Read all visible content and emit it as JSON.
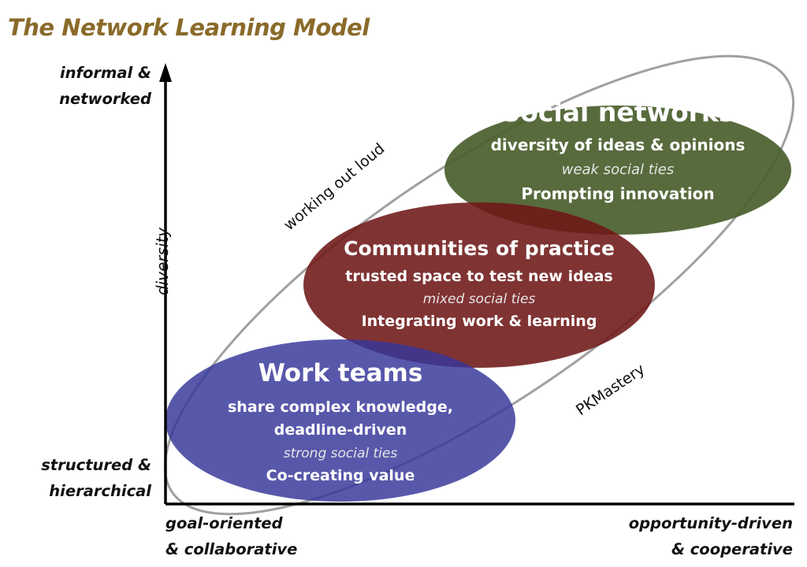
{
  "title": "The Network Learning Model",
  "y_axis": {
    "label": "diversity",
    "top": [
      "informal &",
      "networked"
    ],
    "bottom": [
      "structured &",
      "hierarchical"
    ]
  },
  "x_axis": {
    "left": [
      "goal-oriented",
      "& collaborative"
    ],
    "right": [
      "opportunity-driven",
      "& cooperative"
    ]
  },
  "outer_loop": {
    "upper_label": "working out loud",
    "lower_label": "PKMastery",
    "stroke": "#a0a0a0"
  },
  "groups": [
    {
      "id": "social-networks",
      "color": "#4a5e2c",
      "heading": "Social networks",
      "line1": "diversity of ideas & opinions",
      "ties": "weak social ties",
      "outcome": "Prompting innovation"
    },
    {
      "id": "communities-of-practice",
      "color": "#6e1717",
      "heading": "Communities of practice",
      "line1": "trusted space to test new ideas",
      "ties": "mixed social ties",
      "outcome": "Integrating work & learning"
    },
    {
      "id": "work-teams",
      "color": "#36369a",
      "heading": "Work teams",
      "line1": "share complex knowledge,",
      "line2": "deadline-driven",
      "ties": "strong social ties",
      "outcome": "Co-creating value"
    }
  ]
}
